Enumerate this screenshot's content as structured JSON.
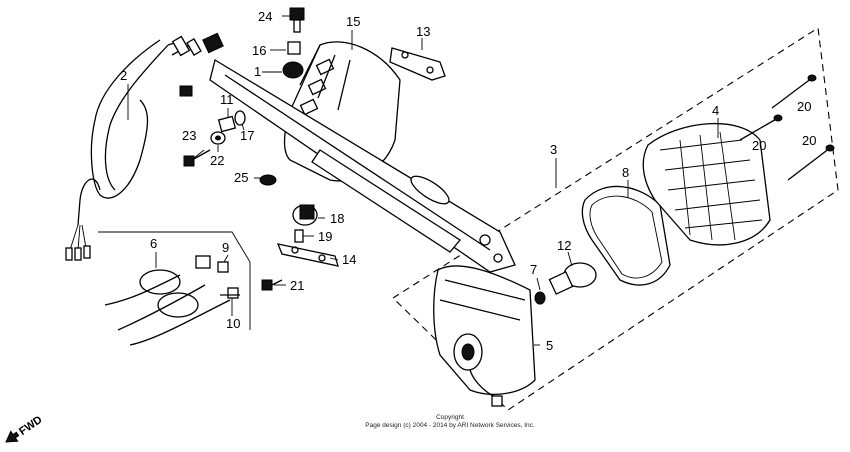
{
  "diagram": {
    "part_numbers": [
      "1",
      "2",
      "3",
      "4",
      "5",
      "6",
      "7",
      "8",
      "9",
      "10",
      "11",
      "12",
      "13",
      "14",
      "15",
      "16",
      "17",
      "18",
      "19",
      "20",
      "20",
      "20",
      "21",
      "22",
      "23",
      "24",
      "25"
    ],
    "fwd_label": "FWD",
    "copyright_line1": "Copyright",
    "copyright_line2": "Page design (c) 2004 - 2014 by ARI Network Services, Inc."
  }
}
